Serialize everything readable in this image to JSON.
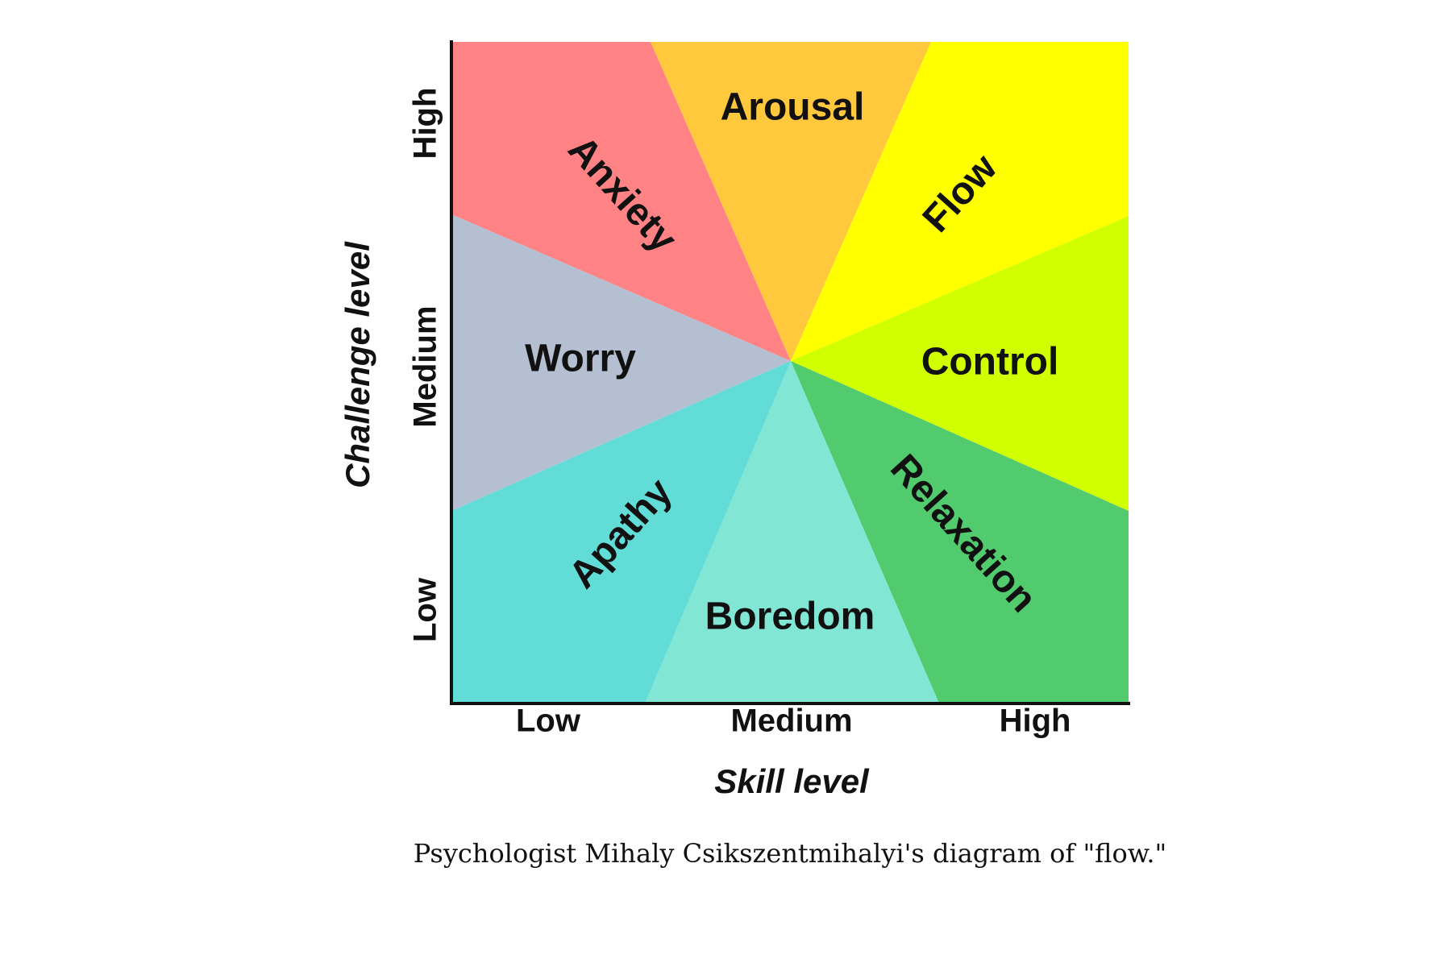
{
  "diagram": {
    "zones": [
      {
        "id": "anxiety",
        "label": "Anxiety",
        "color": "#FF8285"
      },
      {
        "id": "arousal",
        "label": "Arousal",
        "color": "#FFC83D"
      },
      {
        "id": "flow",
        "label": "Flow",
        "color": "#FFFF00"
      },
      {
        "id": "control",
        "label": "Control",
        "color": "#D2FF00"
      },
      {
        "id": "relaxation",
        "label": "Relaxation",
        "color": "#52CB6F"
      },
      {
        "id": "boredom",
        "label": "Boredom",
        "color": "#82E6D4"
      },
      {
        "id": "apathy",
        "label": "Apathy",
        "color": "#61DCD6"
      },
      {
        "id": "worry",
        "label": "Worry",
        "color": "#B4C0D2"
      }
    ],
    "x_ticks": [
      "Low",
      "Medium",
      "High"
    ],
    "y_ticks": [
      "Low",
      "Medium",
      "High"
    ],
    "x_axis_title": "Skill level",
    "y_axis_title": "Challenge level"
  },
  "caption": "Psychologist Mihaly Csikszentmihalyi's diagram of \"flow.\""
}
